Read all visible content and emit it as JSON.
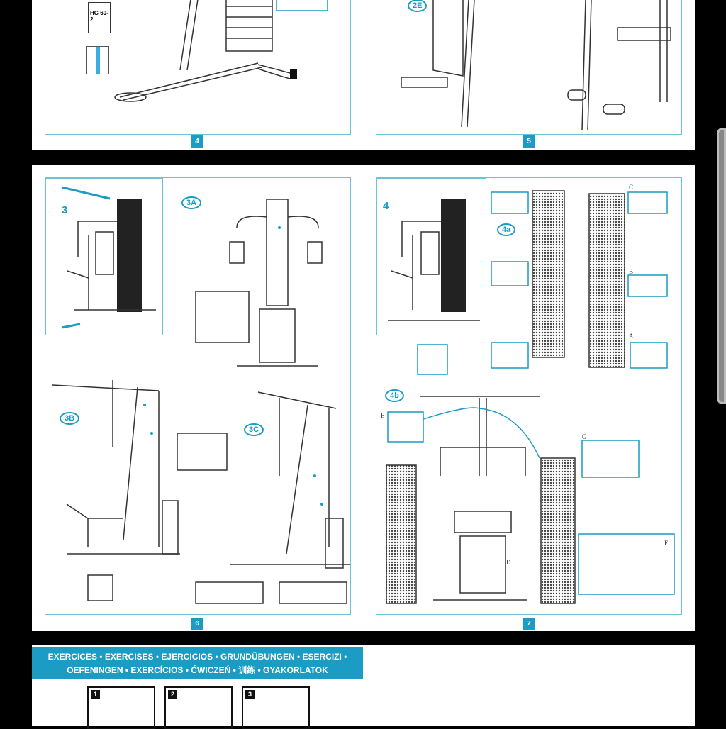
{
  "pages": [
    {
      "number": "4",
      "manual_label": "HG 60-2"
    },
    {
      "number": "5",
      "step": "2E"
    },
    {
      "number": "6",
      "steps": [
        "3",
        "3A",
        "3B",
        "3C"
      ]
    },
    {
      "number": "7",
      "steps": [
        "4",
        "4a",
        "4b"
      ],
      "letters": [
        "A",
        "B",
        "C",
        "D",
        "E",
        "F",
        "G"
      ]
    }
  ],
  "exercises": {
    "header_line1": "EXERCICES • EXERCISES • EJERCICIOS • GRUNDÜBUNGEN • ESERCIZI •",
    "header_line2": "OEFENINGEN • EXERCÍCIOS • ĆWICZEŃ • 训练 • GYAKORLATOK",
    "items": [
      "1",
      "2",
      "3"
    ]
  },
  "colors": {
    "accent": "#1a9cc4",
    "frame": "#6cc3d5"
  }
}
